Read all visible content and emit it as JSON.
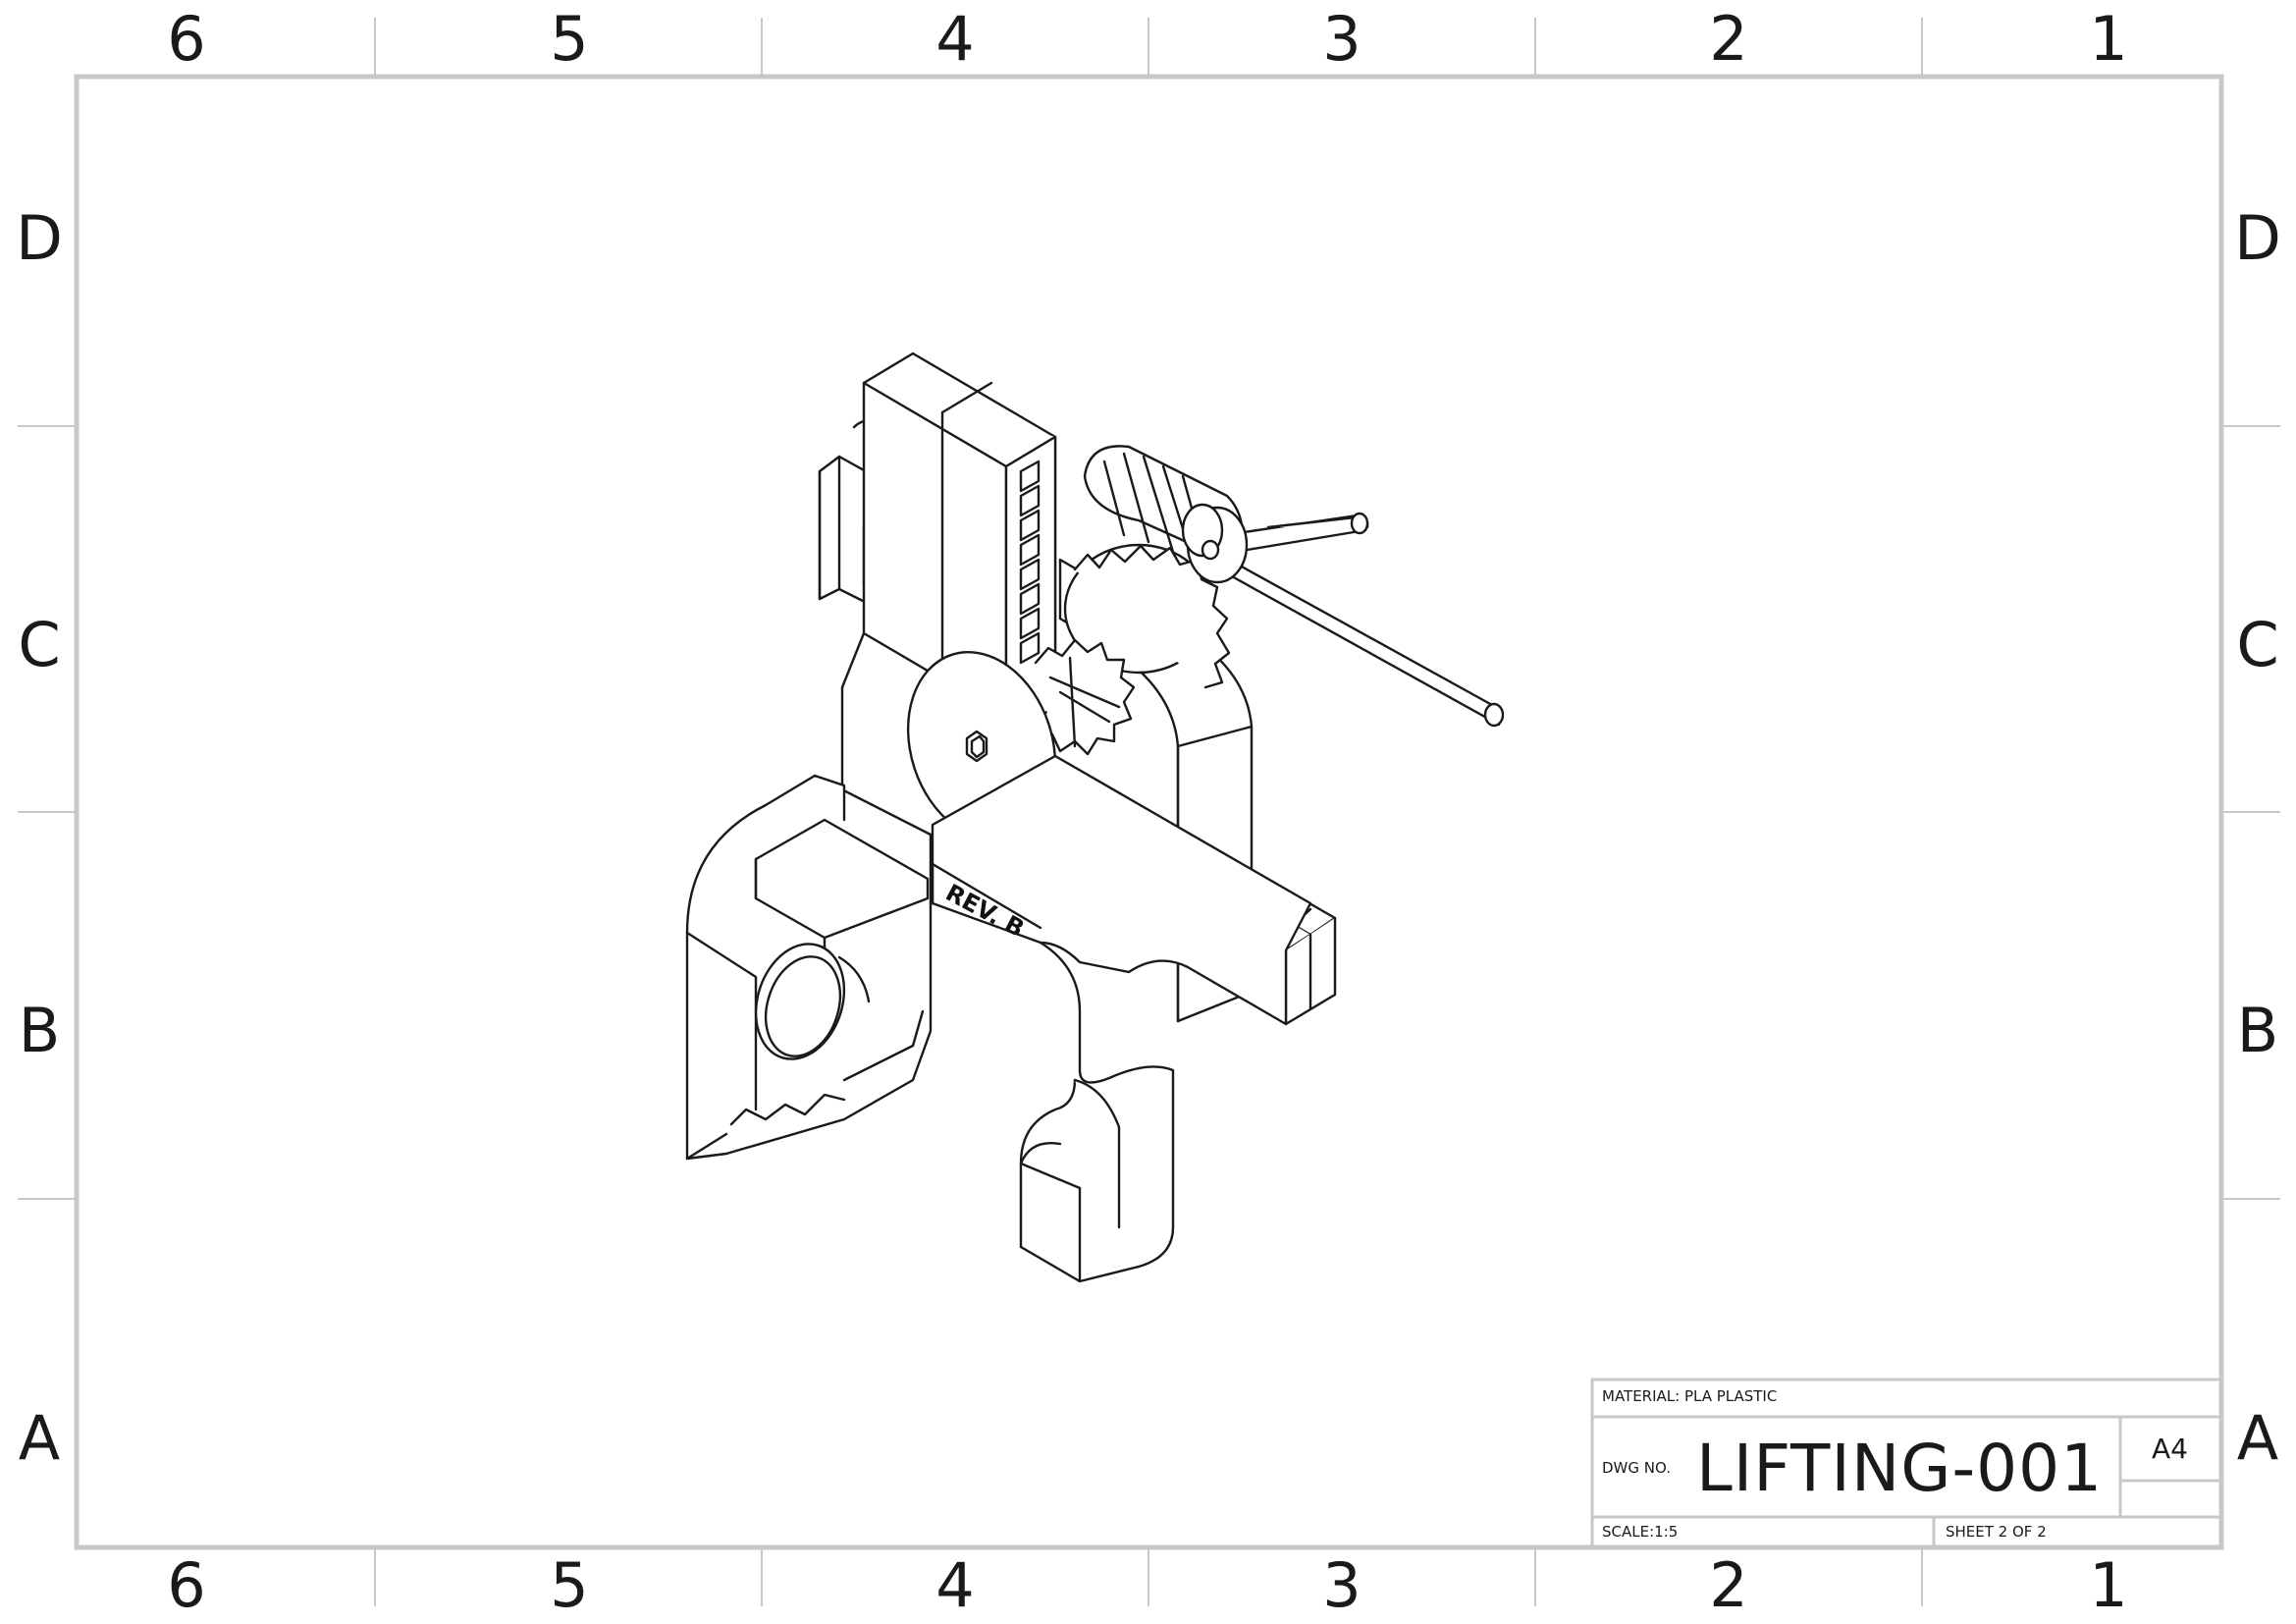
{
  "border": {
    "column_labels": [
      "6",
      "5",
      "4",
      "3",
      "2",
      "1"
    ],
    "row_labels": [
      "D",
      "C",
      "B",
      "A"
    ]
  },
  "part": {
    "engraving": "REV. B"
  },
  "title_block": {
    "material": "MATERIAL: PLA PLASTIC",
    "dwg_no_label": "DWG NO.",
    "dwg_no": "LIFTING-001",
    "size": "A4",
    "scale": "SCALE:1:5",
    "sheet": "SHEET 2 OF 2"
  },
  "colors": {
    "frame": "#c8c8c8",
    "lines": "#1a1a1a",
    "background": "#ffffff"
  }
}
